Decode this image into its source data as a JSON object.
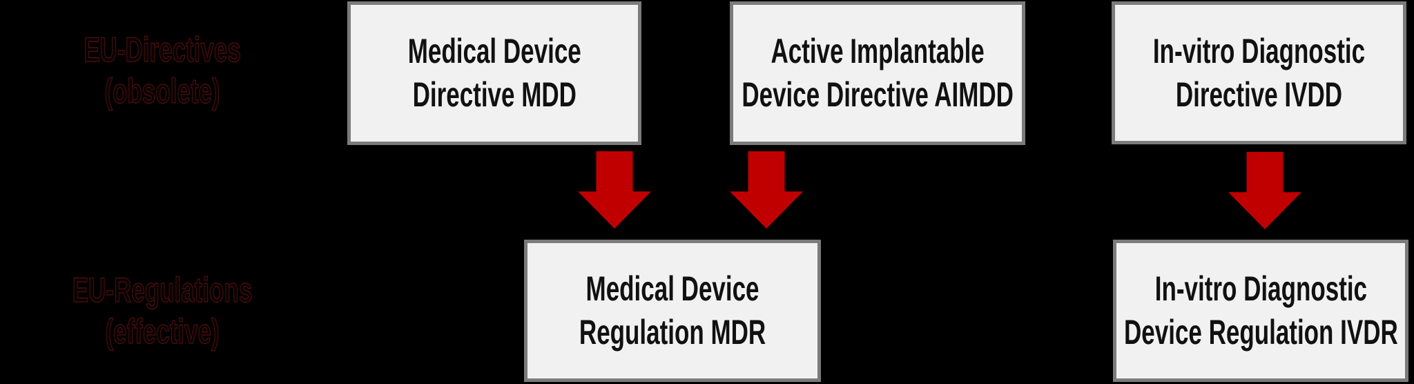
{
  "colors": {
    "background": "#000000",
    "box_fill": "#f1f1f1",
    "box_border": "#7b7b7b",
    "box_text": "#111111",
    "arrow_red": "#c00000",
    "side_label_outline": "#4f1010"
  },
  "side_labels": {
    "directives": {
      "line1": "EU-Directives",
      "line2": "(obsolete)"
    },
    "regulations": {
      "line1": "EU-Regulations",
      "line2": "(effective)"
    }
  },
  "boxes": {
    "mdd": {
      "line1": "Medical Device",
      "line2": "Directive MDD"
    },
    "aimdd": {
      "line1": "Active Implantable",
      "line2": "Device Directive AIMDD"
    },
    "ivdd": {
      "line1": "In-vitro Diagnostic",
      "line2": "Directive IVDD"
    },
    "mdr": {
      "line1": "Medical Device",
      "line2": "Regulation MDR"
    },
    "ivdr": {
      "line1": "In-vitro Diagnostic",
      "line2": "Device Regulation IVDR"
    }
  },
  "arrows": [
    {
      "name": "mdd-to-mdr",
      "direction": "down",
      "color": "#c00000"
    },
    {
      "name": "aimdd-to-mdr",
      "direction": "down",
      "color": "#c00000"
    },
    {
      "name": "ivdd-to-ivdr",
      "direction": "down",
      "color": "#c00000"
    }
  ]
}
